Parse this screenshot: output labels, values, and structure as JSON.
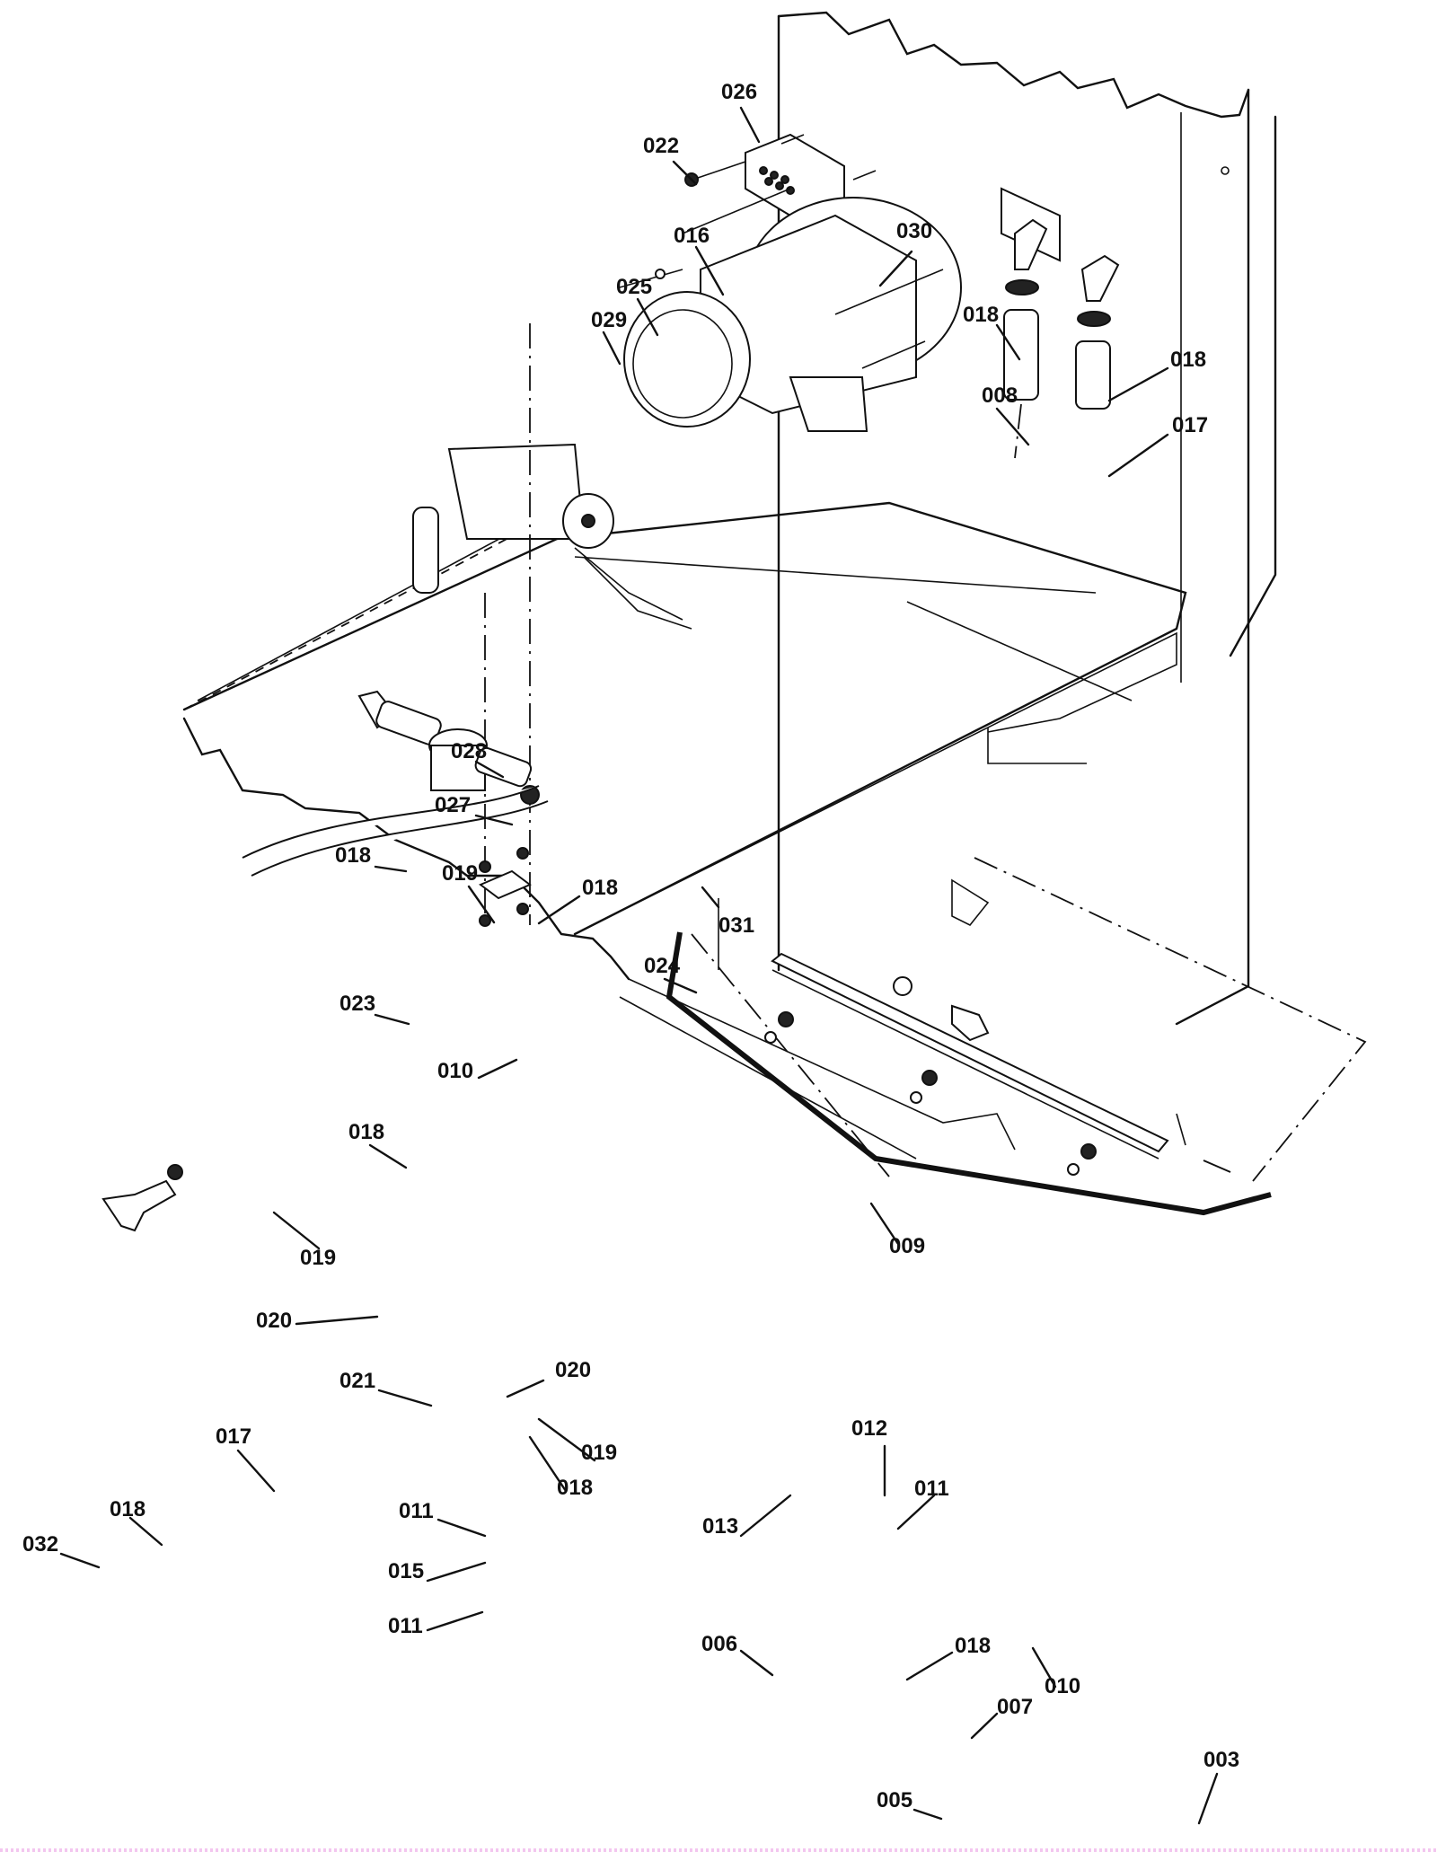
{
  "diagram": {
    "type": "exploded parts diagram",
    "subject": "blower motor, water filter and spray manifold assembly",
    "callouts": [
      "026",
      "022",
      "016",
      "030",
      "025",
      "029",
      "018",
      "008",
      "018",
      "017",
      "028",
      "027",
      "018",
      "019",
      "018",
      "031",
      "024",
      "023",
      "010",
      "018",
      "019",
      "020",
      "021",
      "020",
      "019",
      "018",
      "017",
      "018",
      "032",
      "011",
      "015",
      "011",
      "009",
      "012",
      "011",
      "013",
      "006",
      "018",
      "010",
      "007",
      "003",
      "005"
    ]
  }
}
